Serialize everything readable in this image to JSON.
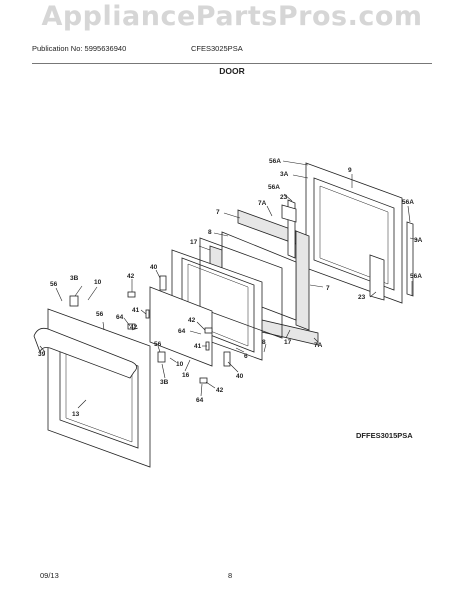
{
  "watermark": "AppliancePartsPros.com",
  "header": {
    "publication": "Publication No: 5995636940",
    "model": "CFES3025PSA",
    "section": "DOOR"
  },
  "diagram": {
    "code": "DFFES3015PSA",
    "callouts": [
      "56A",
      "3A",
      "9",
      "56A",
      "23",
      "7A",
      "56A",
      "7",
      "8",
      "3A",
      "17",
      "40",
      "7",
      "56A",
      "3B",
      "10",
      "42",
      "56",
      "23",
      "41",
      "64",
      "56",
      "42",
      "64",
      "42",
      "39",
      "56",
      "41",
      "8",
      "17",
      "7A",
      "10",
      "16",
      "6",
      "40",
      "3B",
      "42",
      "13",
      "64"
    ]
  },
  "footer": {
    "date": "09/13",
    "page": "8"
  }
}
